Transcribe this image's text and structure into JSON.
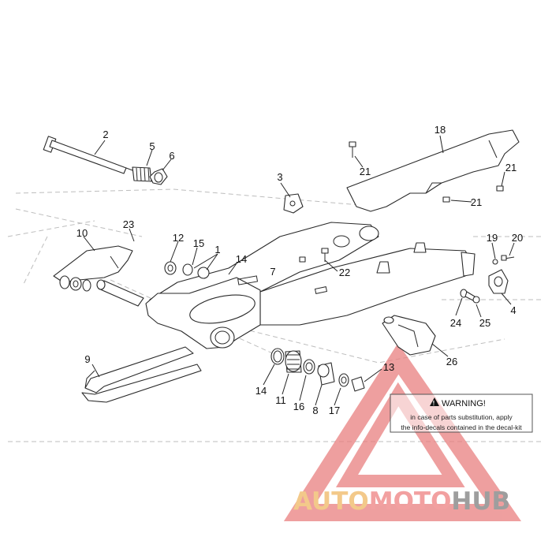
{
  "diagram": {
    "callouts": [
      {
        "id": "c2",
        "label": "2"
      },
      {
        "id": "c5",
        "label": "5"
      },
      {
        "id": "c6",
        "label": "6"
      },
      {
        "id": "c18",
        "label": "18"
      },
      {
        "id": "c21a",
        "label": "21"
      },
      {
        "id": "c21b",
        "label": "21"
      },
      {
        "id": "c21c",
        "label": "21"
      },
      {
        "id": "c3",
        "label": "3"
      },
      {
        "id": "c10",
        "label": "10"
      },
      {
        "id": "c23",
        "label": "23"
      },
      {
        "id": "c12",
        "label": "12"
      },
      {
        "id": "c15",
        "label": "15"
      },
      {
        "id": "c1",
        "label": "1"
      },
      {
        "id": "c14a",
        "label": "14"
      },
      {
        "id": "c7",
        "label": "7"
      },
      {
        "id": "c22",
        "label": "22"
      },
      {
        "id": "c19",
        "label": "19"
      },
      {
        "id": "c20",
        "label": "20"
      },
      {
        "id": "c4",
        "label": "4"
      },
      {
        "id": "c24",
        "label": "24"
      },
      {
        "id": "c25",
        "label": "25"
      },
      {
        "id": "c9",
        "label": "9"
      },
      {
        "id": "c26",
        "label": "26"
      },
      {
        "id": "c13",
        "label": "13"
      },
      {
        "id": "c14b",
        "label": "14"
      },
      {
        "id": "c11",
        "label": "11"
      },
      {
        "id": "c16",
        "label": "16"
      },
      {
        "id": "c8",
        "label": "8"
      },
      {
        "id": "c17",
        "label": "17"
      }
    ]
  },
  "warning": {
    "title": "WARNING!",
    "line1": "in case of parts substitution, apply",
    "line2": "the info-decals contained in the decal-kit"
  },
  "watermark": {
    "part1": "AUTO",
    "part2": "MOTO",
    "part3": "HUB",
    "colors": {
      "auto": "#f3c98a",
      "moto": "#f2a0a0",
      "hub": "#9e9e9e",
      "triangle": "#e97f7f"
    }
  }
}
